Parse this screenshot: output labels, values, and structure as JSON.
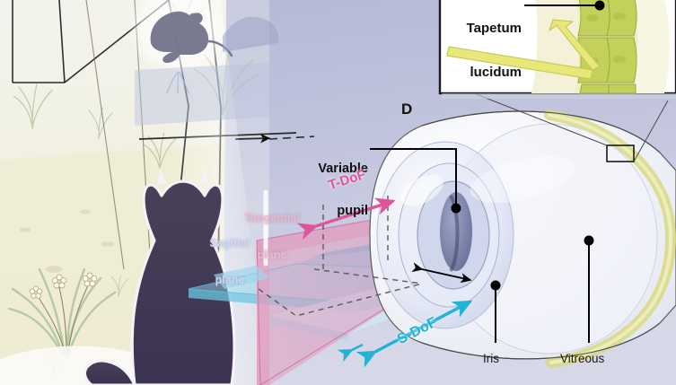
{
  "figure": {
    "panel_label": "D",
    "description": "Cat night-vision optics diagram: scene frustum with mouse, cat silhouette, eye cross-section with variable pupil, sagittal and tangential planes, depth-of-field arrows, tapetum lucidum inset"
  },
  "labels": {
    "tapetum_line1": "Tapetum",
    "tapetum_line2": "lucidum",
    "variable_pupil_line1": "Variable",
    "variable_pupil_line2": "pupil",
    "sagittal_line1": "Sagittal",
    "sagittal_line2": "plane",
    "tangential_line1": "Tangential",
    "tangential_line2": "plane",
    "t_dof": "T-DoF",
    "s_dof": "S-DoF",
    "iris": "Iris",
    "vitreous": "Vitreous"
  },
  "colors": {
    "tangential_pink": "#e0559a",
    "sagittal_cyan": "#22b2d6",
    "tapetum_yellow": "#d8d86a",
    "night_bg_top": "#b9bdd8",
    "night_bg_bottom": "#cfd2e4",
    "day_bg": "#f7f6e4",
    "cat_silhouette": "#3d3550",
    "leader_black": "#000000",
    "inset_border": "#1a1a1a",
    "sclera_white": "#f4f5fa",
    "pink_plane": "#e9a8c4",
    "blue_plane": "#7fd0e8"
  },
  "inset": {
    "name": "tapetum-lucidum-inset",
    "cell_color": "#c3d05a",
    "ray_color": "#e8e87a"
  }
}
